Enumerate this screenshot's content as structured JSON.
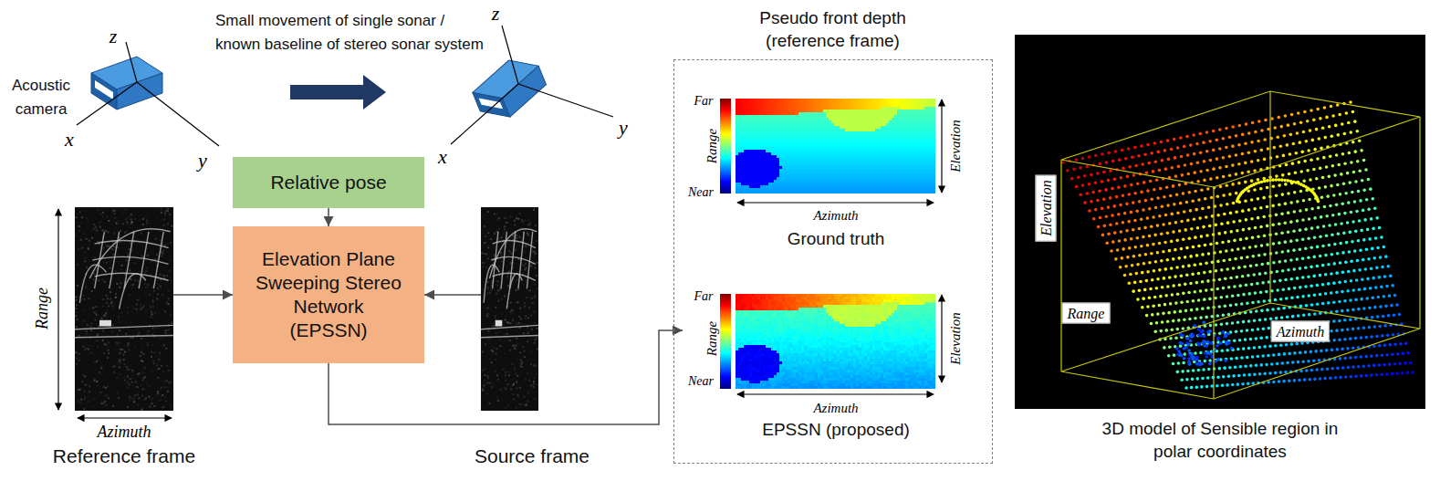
{
  "diagram": {
    "nodes": [
      {
        "text": [
          "Relative pose"
        ]
      },
      {
        "text": [
          "Elevation Plane Sweeping Stereo Network (EPSSN)"
        ]
      },
      {
        "text": [
          "Reference frame"
        ]
      },
      {
        "text": [
          "Source frame"
        ]
      },
      {
        "text": [
          "Pseudo front depth (reference frame)"
        ]
      },
      {
        "text": [
          "Ground truth"
        ],
        "in": 4
      },
      {
        "text": [
          "EPSSN (proposed)"
        ],
        "in": 4
      },
      {
        "text": [
          "3D model of Sensible region in polar coordinates"
        ]
      }
    ],
    "edges": [
      {
        "from": 0,
        "to": 1,
        "arrow": "to"
      },
      {
        "from": 2,
        "to": 1,
        "arrow": "to"
      },
      {
        "from": 3,
        "to": 1,
        "arrow": "to"
      },
      {
        "from": 1,
        "to": 6,
        "arrow": "to"
      }
    ],
    "labels": [
      "Acoustic camera",
      "Small movement of single sonar / known baseline of stereo sonar system",
      "z",
      "x",
      "y",
      "z",
      "x",
      "y",
      "Range",
      "Azimuth",
      "Far",
      "Range",
      "Near",
      "Elevation",
      "Azimuth",
      "Far",
      "Range",
      "Near",
      "Elevation",
      "Azimuth",
      "Elevation",
      "Range",
      "Azimuth"
    ]
  }
}
